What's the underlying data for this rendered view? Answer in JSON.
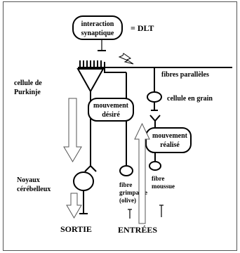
{
  "labels": {
    "interaction_line1": "interaction",
    "interaction_line2": "synaptique",
    "equals_dlt": "= DLT",
    "purkinje_line1": "cellule de",
    "purkinje_line2": "Purkinje",
    "parallel_fibers": "fibres parallèles",
    "granule_cell": "cellule en grain",
    "desired_line1": "mouvement",
    "desired_line2": "désiré",
    "realised_line1": "mouvement",
    "realised_line2": "réalisé",
    "nuclei_line1": "Noyaux",
    "nuclei_line2": "cérébelleux",
    "climbing_line1": "fibre",
    "climbing_line2": "grimpante",
    "climbing_line3": "(olive)",
    "mossy_line1": "fibre",
    "mossy_line2": "moussue",
    "output": "SORTIE",
    "inputs": "ENTRÉES"
  }
}
